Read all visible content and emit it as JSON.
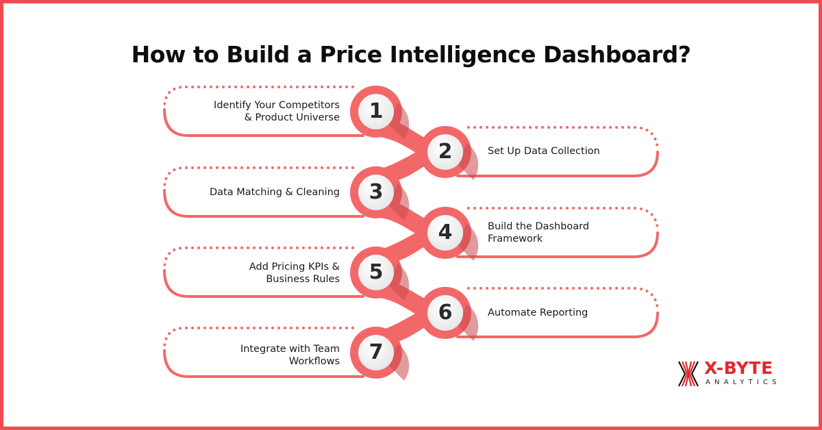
{
  "title": "How to Build a Price Intelligence Dashboard?",
  "colors": {
    "frame": "#f04b50",
    "accent": "#f26868",
    "accent_shadow": "#c9484c",
    "number_disc": "#f4f4f4",
    "text": "#1a1a1a",
    "logo_red": "#e3262d"
  },
  "steps": [
    {
      "number": "1",
      "side": "left",
      "lines": [
        "Identify Your Competitors",
        "& Product Universe"
      ]
    },
    {
      "number": "2",
      "side": "right",
      "lines": [
        "Set Up Data Collection"
      ]
    },
    {
      "number": "3",
      "side": "left",
      "lines": [
        "Data Matching & Cleaning"
      ]
    },
    {
      "number": "4",
      "side": "right",
      "lines": [
        "Build the Dashboard",
        "Framework"
      ]
    },
    {
      "number": "5",
      "side": "left",
      "lines": [
        "Add Pricing KPIs &",
        "Business Rules"
      ]
    },
    {
      "number": "6",
      "side": "right",
      "lines": [
        "Automate Reporting"
      ]
    },
    {
      "number": "7",
      "side": "left",
      "lines": [
        "Integrate with Team",
        "Workflows"
      ]
    }
  ],
  "logo": {
    "brand": "X-BYTE",
    "subtitle": "ANALYTICS",
    "icon": "x-byte-logo-icon"
  }
}
